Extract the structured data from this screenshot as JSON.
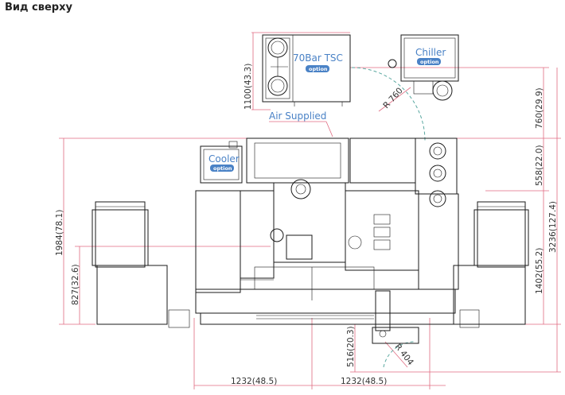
{
  "title": "Вид сверху",
  "labels": {
    "tsc": "70Bar TSC",
    "chiller": "Chiller",
    "cooler": "Cooler",
    "air": "Air Supplied",
    "option": "option"
  },
  "dimensions": {
    "d1100": "1100(43.3)",
    "d760": "760(29.9)",
    "r760": "R 760",
    "d558": "558(22.0)",
    "d3236": "3236(127.4)",
    "d1984": "1984(78.1)",
    "d827": "827(32.6)",
    "d1402": "1402(55.2)",
    "d516": "516(20.3)",
    "r404": "R 404",
    "d1232a": "1232(48.5)",
    "d1232b": "1232(48.5)"
  },
  "colors": {
    "dimension": "#e06a80",
    "label": "#4a82c6",
    "arc": "#5aa8a0",
    "badge": "#4a82c6"
  }
}
